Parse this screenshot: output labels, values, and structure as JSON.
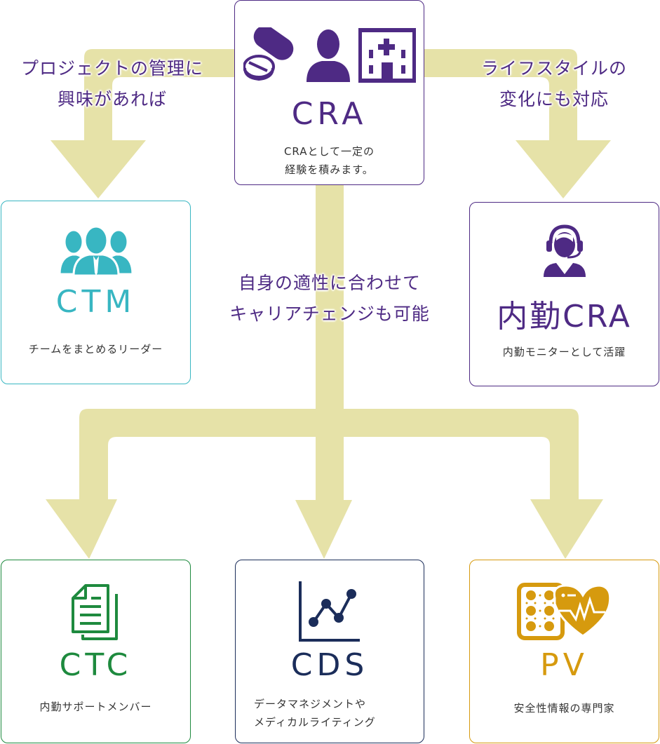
{
  "colors": {
    "arrow": "#e6e2a8",
    "cra": "#4e2a84",
    "ctm": "#38b6c2",
    "inhouse_cra": "#4e2a84",
    "ctc": "#1e8a3e",
    "cds": "#1b2d5a",
    "pv": "#d69a0e",
    "label": "#4e2a84",
    "desc": "#333333"
  },
  "cards": {
    "cra": {
      "title": "CRA",
      "desc": [
        "CRAとして一定の",
        "経験を積みます。"
      ],
      "icons": [
        "pills-icon",
        "person-icon",
        "hospital-icon"
      ]
    },
    "ctm": {
      "title": "CTM",
      "desc": [
        "チームをまとめるリーダー"
      ],
      "icons": [
        "team-icon"
      ]
    },
    "inhouse_cra": {
      "title": "内勤CRA",
      "desc": [
        "内勤モニターとして活躍"
      ],
      "icons": [
        "headset-operator-icon"
      ]
    },
    "ctc": {
      "title": "CTC",
      "desc": [
        "内勤サポートメンバー"
      ],
      "icons": [
        "documents-icon"
      ]
    },
    "cds": {
      "title": "CDS",
      "desc": [
        "データマネジメントや",
        "メディカルライティング"
      ],
      "icons": [
        "line-chart-icon"
      ]
    },
    "pv": {
      "title": "PV",
      "desc": [
        "安全性情報の専門家"
      ],
      "icons": [
        "medicine-heart-icon"
      ]
    }
  },
  "labels": {
    "left": [
      "プロジェクトの管理に",
      "興味があれば"
    ],
    "right": [
      "ライフスタイルの",
      "変化にも対応"
    ],
    "center": [
      "自身の適性に合わせて",
      "キャリアチェンジも可能"
    ]
  }
}
